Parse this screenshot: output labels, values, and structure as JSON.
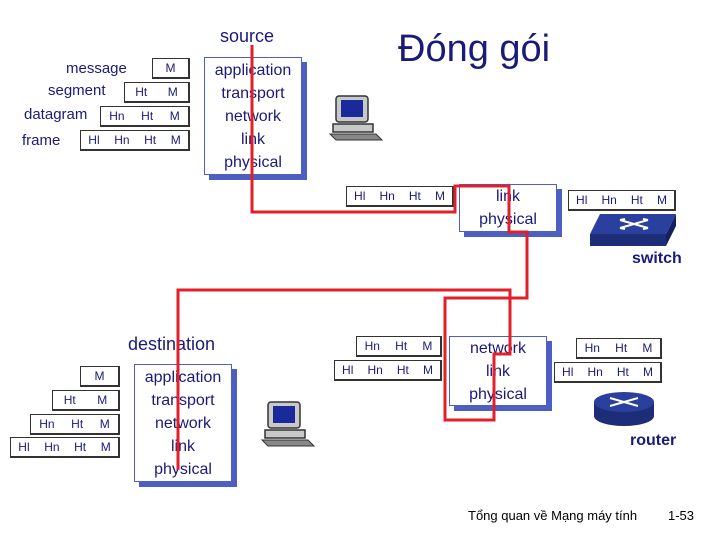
{
  "title": "Đóng gói",
  "source_label": "source",
  "destination_label": "destination",
  "legend": {
    "message": "message",
    "segment": "segment",
    "datagram": "datagram",
    "frame": "frame"
  },
  "headers": {
    "M": "M",
    "Ht": "Ht",
    "Hn": "Hn",
    "Hl": "Hl"
  },
  "source_stack": [
    "application",
    "transport",
    "network",
    "link",
    "physical"
  ],
  "dest_stack": [
    "application",
    "transport",
    "network",
    "link",
    "physical"
  ],
  "switch_stack": [
    "link",
    "physical"
  ],
  "router_stack": [
    "network",
    "link",
    "physical"
  ],
  "switch_label": "switch",
  "router_label": "router",
  "footer": {
    "course": "Tổng quan về Mạng máy tính",
    "page": "1-53"
  },
  "colors": {
    "path": "#e0202a",
    "stack_shadow": "#4d5fc2",
    "text": "#1a1a7a",
    "device": "#2b3f9e"
  },
  "icons": [
    "computer-icon",
    "switch-icon",
    "router-icon"
  ]
}
